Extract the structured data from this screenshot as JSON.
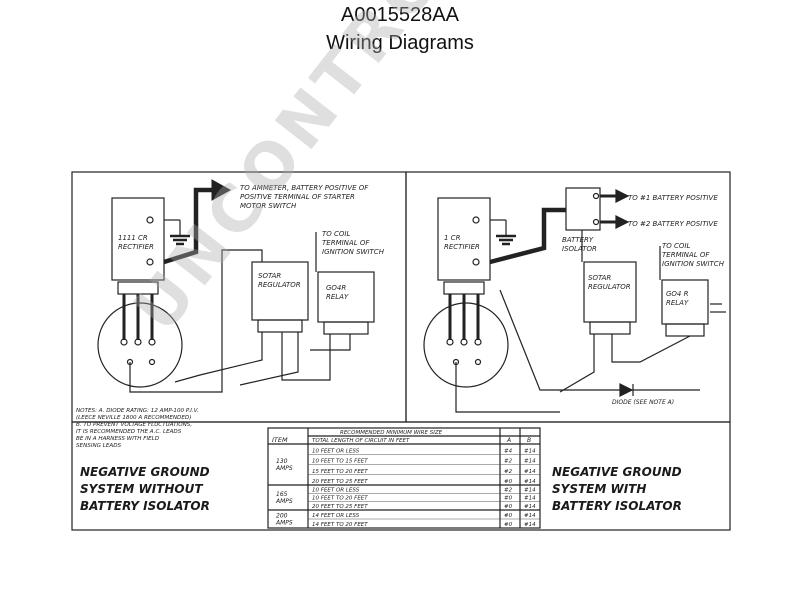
{
  "header": {
    "doc_id": "A0015528AA",
    "subtitle": "Wiring Diagrams"
  },
  "left": {
    "rectifier": "1111 CR\nRECTIFIER",
    "regulator": "SOTAR\nREGULATOR",
    "relay": "GO4R\nRELAY",
    "ammeter_note": "TO AMMETER, BATTERY POSITIVE OF\nPOSITIVE TERMINAL OF STARTER\nMOTOR SWITCH",
    "coil_note": "TO COIL\nTERMINAL OF\nIGNITION SWITCH",
    "notes": "NOTES: A. DIODE RATING: 12 AMP-100 P.I.V.\n(LEECE NEVILLE 1800 A RECOMMENDED)\nB. TO PREVENT VOLTAGE FLUCTUATIONS,\nIT IS RECOMMENDED THE A.C. LEADS\nBE IN A HARNESS WITH FIELD\nSENSING LEADS",
    "caption": "NEGATIVE GROUND\nSYSTEM WITHOUT\nBATTERY ISOLATOR"
  },
  "right": {
    "rectifier": "1 CR\nRECTIFIER",
    "isolator": "BATTERY\nISOLATOR",
    "regulator": "SOTAR\nREGULATOR",
    "relay": "GO4 R\nRELAY",
    "bat1_note": "TO #1 BATTERY POSITIVE",
    "bat2_note": "TO #2 BATTERY POSITIVE",
    "coil_note": "TO COIL\nTERMINAL OF\nIGNITION SWITCH",
    "diode_note": "DIODE (SEE NOTE A)",
    "caption": "NEGATIVE GROUND\nSYSTEM WITH\nBATTERY ISOLATOR"
  },
  "wire_table": {
    "top_header": "RECOMMENDED MINIMUM WIRE SIZE",
    "col_item": "ITEM",
    "col_length": "TOTAL LENGTH OF CIRCUIT IN FEET",
    "col_a": "A",
    "col_b": "B",
    "groups": [
      {
        "item": "130\nAMPS",
        "rows": [
          {
            "length": "10 FEET OR LESS",
            "a": "#4",
            "b": "#14"
          },
          {
            "length": "10 FEET TO 15 FEET",
            "a": "#2",
            "b": "#14"
          },
          {
            "length": "15 FEET TO 20 FEET",
            "a": "#2",
            "b": "#14"
          },
          {
            "length": "20 FEET TO 25 FEET",
            "a": "#0",
            "b": "#14"
          }
        ]
      },
      {
        "item": "165\nAMPS",
        "rows": [
          {
            "length": "10 FEET OR LESS",
            "a": "#2",
            "b": "#14"
          },
          {
            "length": "10 FEET TO 20 FEET",
            "a": "#0",
            "b": "#14"
          },
          {
            "length": "20 FEET TO 25 FEET",
            "a": "#0",
            "b": "#14"
          }
        ]
      },
      {
        "item": "200\nAMPS",
        "rows": [
          {
            "length": "14 FEET OR LESS",
            "a": "#0",
            "b": "#14"
          },
          {
            "length": "14 FEET TO 20 FEET",
            "a": "#0",
            "b": "#14"
          }
        ]
      }
    ]
  },
  "watermark": "UNCONTROLLED COPY"
}
